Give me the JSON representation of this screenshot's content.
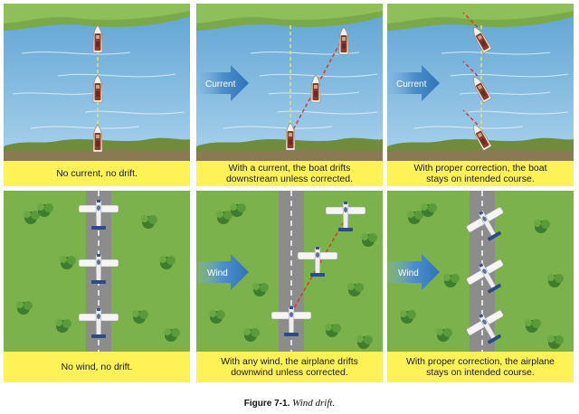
{
  "panels": {
    "boat_none": {
      "caption": [
        "No current, no drift."
      ]
    },
    "boat_drift": {
      "arrow_label": "Current",
      "caption": [
        "With a current, the boat drifts",
        "downstream unless corrected."
      ]
    },
    "boat_correct": {
      "arrow_label": "Current",
      "caption": [
        "With proper correction, the boat",
        "stays on intended course."
      ]
    },
    "plane_none": {
      "caption": [
        "No wind, no drift."
      ]
    },
    "plane_drift": {
      "arrow_label": "Wind",
      "caption": [
        "With any wind, the airplane drifts",
        "downwind unless corrected."
      ]
    },
    "plane_correct": {
      "arrow_label": "Wind",
      "caption": [
        "With proper correction, the airplane",
        "stays on intended course."
      ]
    }
  },
  "figure_caption": {
    "label": "Figure 7-1.",
    "title": "Wind drift."
  },
  "colors": {
    "caption_bg": "#fff257",
    "water": "#7db8de",
    "grass": "#79b14a",
    "arrow": "#3f86c5",
    "course_line": "#e8e46a",
    "drift_line": "#d8362a"
  }
}
